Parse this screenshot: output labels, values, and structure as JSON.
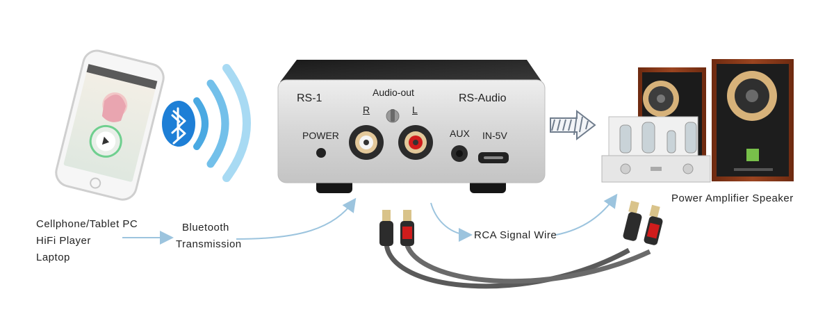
{
  "sources": {
    "items": [
      "Cellphone/Tablet PC",
      "HiFi Player",
      "Laptop"
    ]
  },
  "transmission": {
    "line1": "Bluetooth",
    "line2": "Transmission"
  },
  "device": {
    "model": "RS-1",
    "brand": "RS-Audio",
    "audio_out": "Audio-out",
    "right": "R",
    "left": "L",
    "power": "POWER",
    "aux": "AUX",
    "input": "IN-5V"
  },
  "wire_label": "RCA Signal Wire",
  "destination_label": "Power Amplifier Speaker",
  "colors": {
    "bluetooth_blue": "#1e7fd6",
    "wave_blue": "#6ec3ea",
    "arrow_blue": "#9cc4de",
    "rca_red": "#d01c1c",
    "wood": "#8a3b1a",
    "case_silver": "#d9d9d9"
  },
  "icons": [
    "smartphone-icon",
    "bluetooth-icon",
    "signal-waves-icon",
    "rca-cable-icon",
    "amplifier-icon",
    "speaker-icon",
    "arrow-right-icon"
  ]
}
